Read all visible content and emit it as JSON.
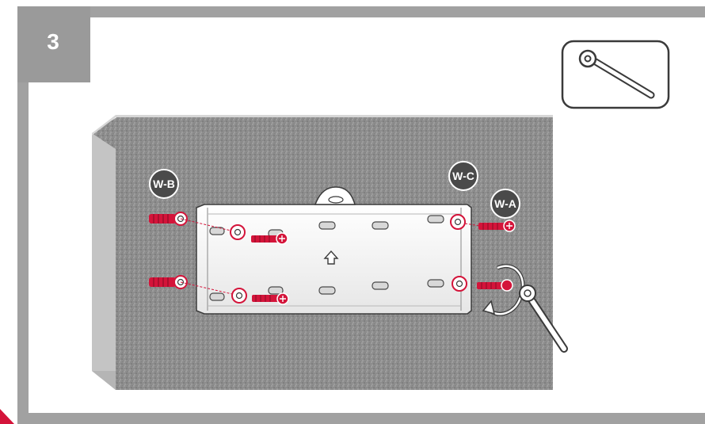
{
  "step": {
    "number": "3"
  },
  "labels": {
    "wb": "W-B",
    "wc": "W-C",
    "wa": "W-A"
  },
  "icons": {
    "tool": "socket-wrench-icon",
    "arrow": "up-arrow-icon",
    "rotate": "rotate-arrow-icon"
  },
  "colors": {
    "frame_gray": "#a1a1a1",
    "step_box": "#9a9a9a",
    "anchor_red": "#d4143a",
    "wall_gray": "#8a8a8a",
    "badge_dark": "#4a4a4a"
  }
}
